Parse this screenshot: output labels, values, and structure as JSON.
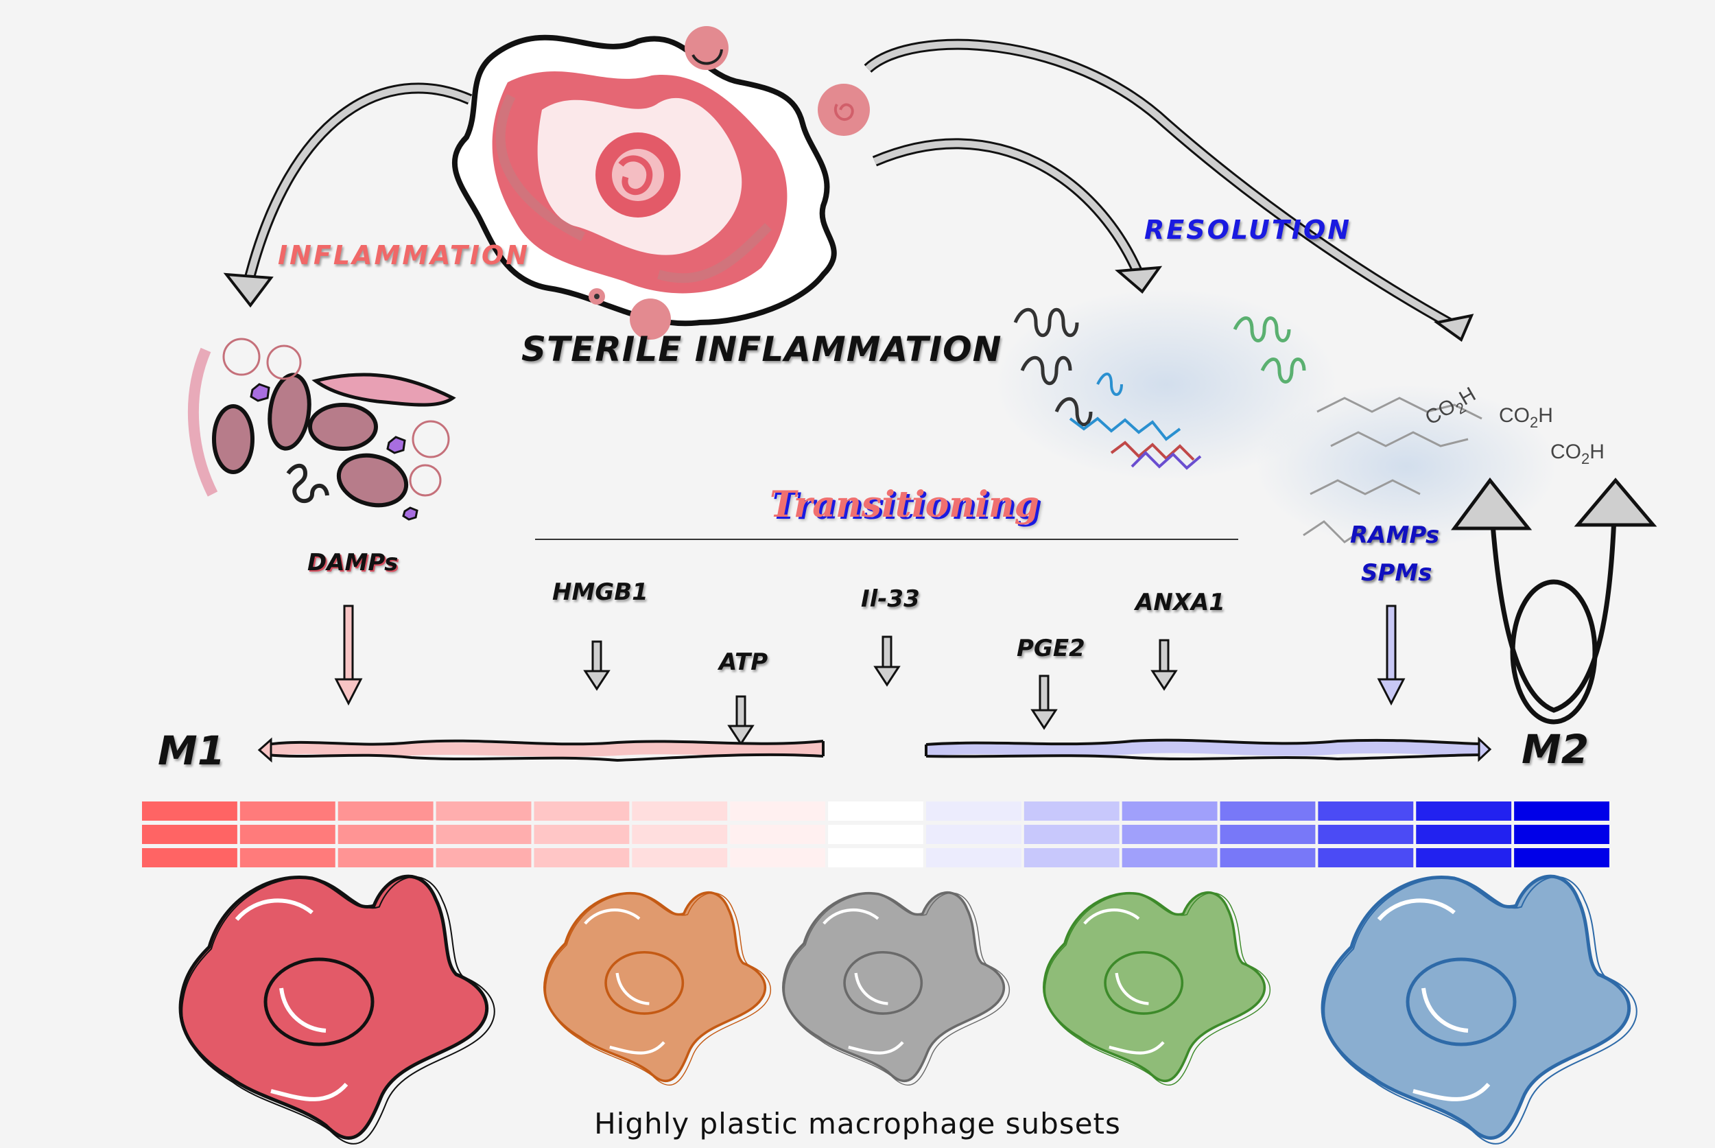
{
  "figure": {
    "caption": "Highly plastic macrophage subsets",
    "central_label": "STERILE INFLAMMATION",
    "branch_labels": {
      "inflammation": "INFLAMMATION",
      "resolution": "RESOLUTION"
    },
    "transition_title": "Transitioning",
    "phenotypes": {
      "left": "M1",
      "right": "M2"
    },
    "molecule_labels": {
      "damps": "DAMPs",
      "ramps": "RAMPs",
      "spms": "SPMs"
    },
    "mediators": [
      {
        "label": "HMGB1"
      },
      {
        "label": "ATP"
      },
      {
        "label": "Il-33"
      },
      {
        "label": "PGE2"
      },
      {
        "label": "ANXA1"
      }
    ],
    "chemistry_labels": [
      "CO2H",
      "CO2H",
      "CO2H"
    ],
    "colors": {
      "inflammation": "#f06868",
      "resolution": "#1a1ae0",
      "m1_arrow_fill": "#f7c4c4",
      "m2_arrow_fill": "#c8c8f5",
      "mediator_arrow_fill": "#cfcfcf"
    },
    "gradient_bar": {
      "rows": 3,
      "segments": [
        {
          "side": "M1",
          "color": "#ff6464"
        },
        {
          "side": "M1",
          "color": "#ff7b7b"
        },
        {
          "side": "M1",
          "color": "#ff9494"
        },
        {
          "side": "M1",
          "color": "#ffaeae"
        },
        {
          "side": "M1",
          "color": "#ffc6c6"
        },
        {
          "side": "M1",
          "color": "#ffdede"
        },
        {
          "side": "M1",
          "color": "#fff0f0"
        },
        {
          "side": "neutral",
          "color": "#ffffff"
        },
        {
          "side": "M2",
          "color": "#ececfd"
        },
        {
          "side": "M2",
          "color": "#c8c8fc"
        },
        {
          "side": "M2",
          "color": "#a0a0fb"
        },
        {
          "side": "M2",
          "color": "#7878f8"
        },
        {
          "side": "M2",
          "color": "#4b4bf5"
        },
        {
          "side": "M2",
          "color": "#2222f0"
        },
        {
          "side": "M2",
          "color": "#0000e8"
        }
      ]
    },
    "macrophages": [
      {
        "subset": "M1",
        "fill": "#e35a68",
        "stroke": "#111111"
      },
      {
        "subset": "intermediate-1",
        "fill": "#e09a6e",
        "stroke": "#c45a14"
      },
      {
        "subset": "intermediate-2",
        "fill": "#a8a8a8",
        "stroke": "#6a6a6a"
      },
      {
        "subset": "intermediate-3",
        "fill": "#8fbc78",
        "stroke": "#3d8a2a"
      },
      {
        "subset": "M2",
        "fill": "#8aaed0",
        "stroke": "#2e6aa8"
      }
    ]
  }
}
